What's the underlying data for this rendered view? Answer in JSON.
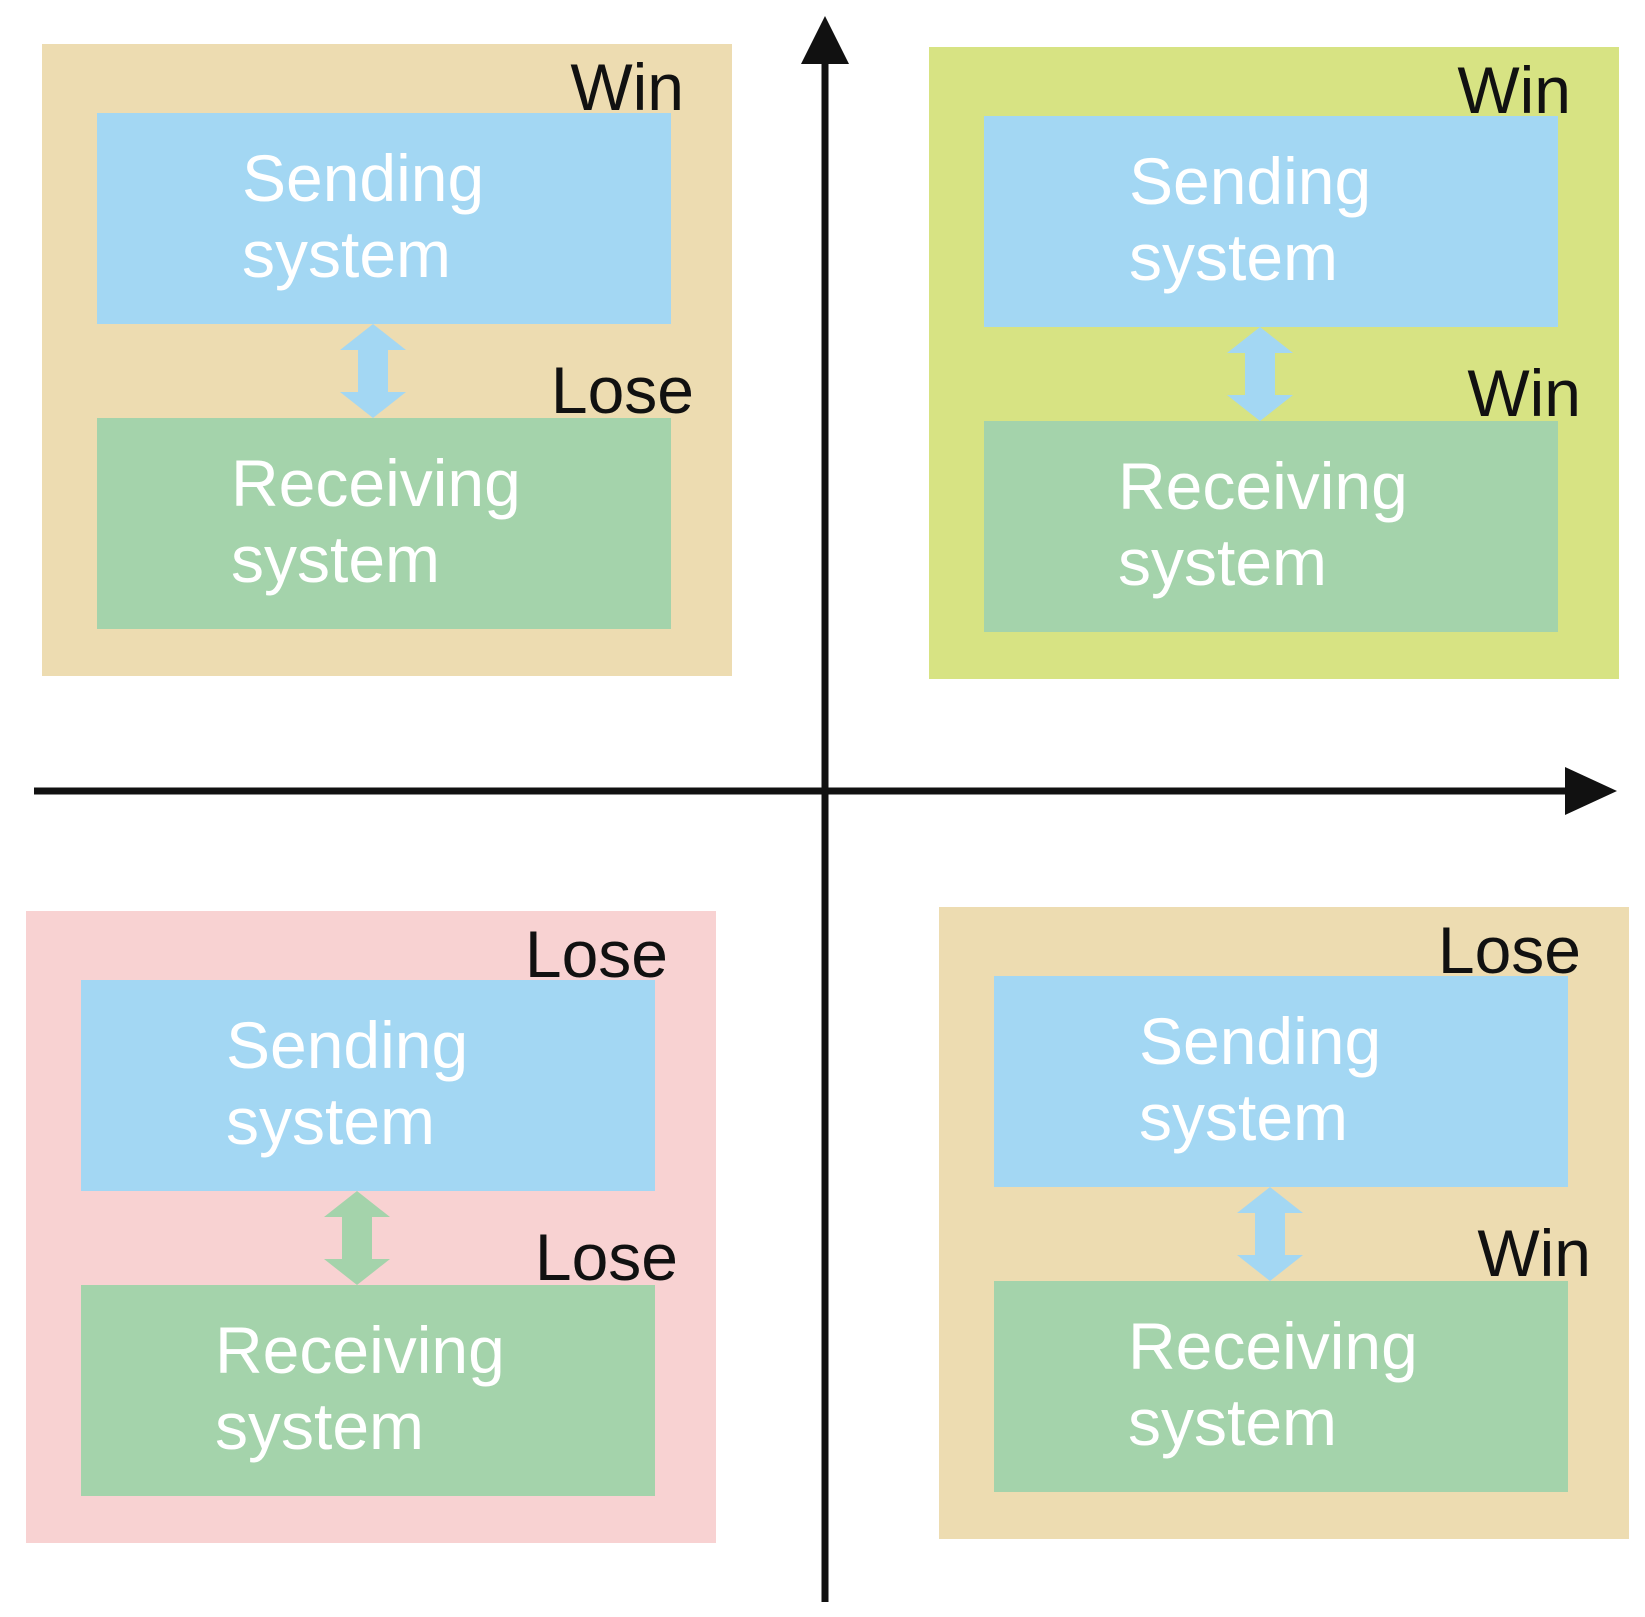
{
  "colors": {
    "sending_box": "#a3d7f3",
    "receiving_box": "#a4d3ab",
    "bg_tan": "#eddcb1",
    "bg_green": "#d7e383",
    "bg_pink": "#f8d2d2",
    "arrow_blue": "#a3d7f3",
    "arrow_green": "#a4d3ab",
    "axis": "#111111"
  },
  "quadrants": {
    "top_left": {
      "outer_label": "Win",
      "inner_label": "Lose",
      "sending_label": "Sending system",
      "receiving_label": "Receiving system"
    },
    "top_right": {
      "outer_label": "Win",
      "inner_label": "Win",
      "sending_label": "Sending system",
      "receiving_label": "Receiving system"
    },
    "bottom_left": {
      "outer_label": "Lose",
      "inner_label": "Lose",
      "sending_label": "Sending system",
      "receiving_label": "Receiving system"
    },
    "bottom_right": {
      "outer_label": "Lose",
      "inner_label": "Win",
      "sending_label": "Sending system",
      "receiving_label": "Receiving system"
    }
  }
}
